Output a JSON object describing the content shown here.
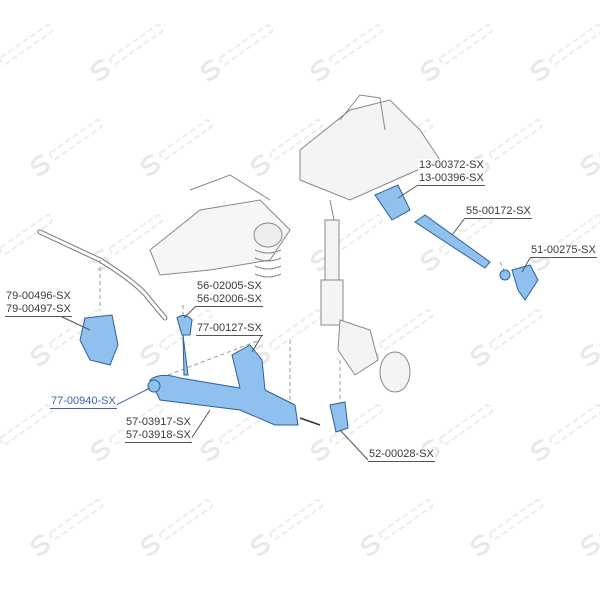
{
  "watermark": "STELLOX",
  "colors": {
    "part_fill": "#8fc0ee",
    "part_dark": "#2f5f9a",
    "label_text": "#3a3a3a",
    "highlight": "#3f5fb0"
  },
  "labels": {
    "steering_boot_1": "13-00372-SX",
    "steering_boot_2": "13-00396-SX",
    "tie_rod": "55-00172-SX",
    "tie_rod_end": "51-00275-SX",
    "stabilizer_bush_1": "79-00496-SX",
    "stabilizer_bush_2": "79-00497-SX",
    "stabilizer_link_1": "56-02005-SX",
    "stabilizer_link_2": "56-02006-SX",
    "arm_bush": "77-00127-SX",
    "control_arm": "77-00940-SX",
    "arm_bush_rear_1": "57-03917-SX",
    "arm_bush_rear_2": "57-03918-SX",
    "ball_joint": "52-00028-SX"
  }
}
